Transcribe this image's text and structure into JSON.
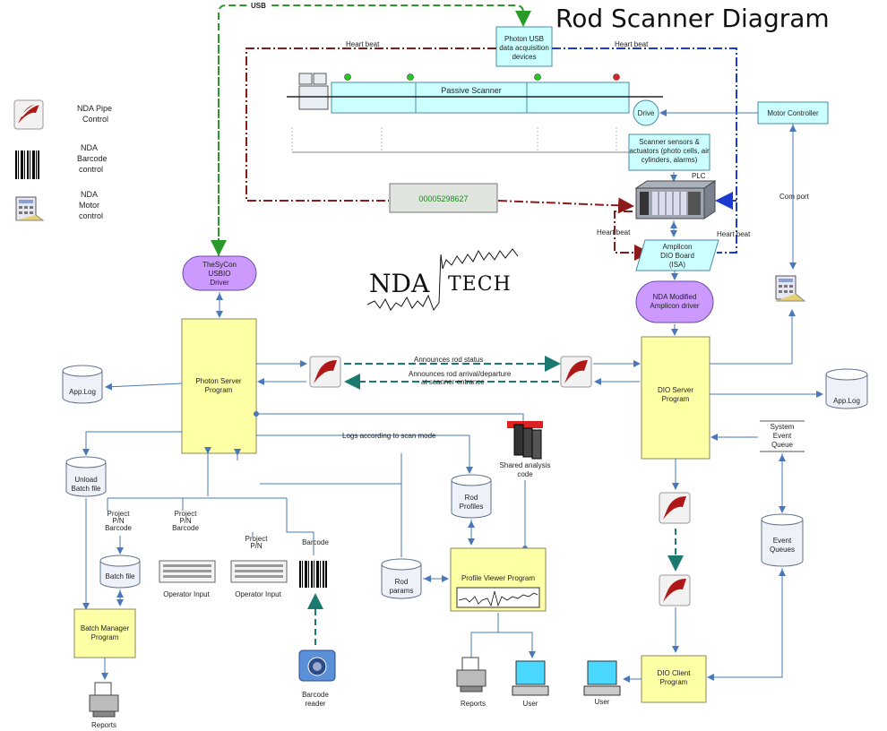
{
  "title": "Rod Scanner Diagram",
  "legend": [
    {
      "icon": "pipe-icon",
      "label_lines": [
        "NDA Pipe",
        "Control"
      ]
    },
    {
      "icon": "barcode-icon",
      "label_lines": [
        "NDA",
        "Barcode",
        "control"
      ]
    },
    {
      "icon": "motor-icon",
      "label_lines": [
        "NDA",
        "Motor",
        "control"
      ]
    }
  ],
  "labels": {
    "usb": "USB",
    "heartbeat": "Heart beat",
    "photon_usb": [
      "Photon USB",
      "data acquisition",
      "devices"
    ],
    "passive_scanner": "Passive Scanner",
    "drive": "Drive",
    "motor_controller": "Motor Controller",
    "sensors": [
      "Scanner sensors &",
      "actuators (photo cells, air",
      "cylinders, alarms)"
    ],
    "plc": "PLC",
    "display_number": "00005298627",
    "com_port": "Com port",
    "dio_board": [
      "Amplicon",
      "DIO Board",
      "(ISA)"
    ],
    "thesycon": [
      "TheSyCon",
      "USBIO",
      "Driver"
    ],
    "nda_driver": [
      "NDA Modified",
      "Amplicon driver"
    ],
    "logo_left": "NDA",
    "logo_right": "TECH",
    "photon_server": [
      "Photon Server",
      "Program"
    ],
    "dio_server": [
      "DIO Server",
      "Program"
    ],
    "announces_status": "Announces rod status",
    "announces_arrival": [
      "Announces rod arrival/departure",
      "at scanner entrance"
    ],
    "app_log": "App.Log",
    "system_event_queue": [
      "System",
      "Event",
      "Queue"
    ],
    "logs_scan_mode": "Logs according to scan mode",
    "shared_analysis": [
      "Shared analysis",
      "code"
    ],
    "unload_batch": [
      "Unload",
      "Batch file"
    ],
    "rod_profiles": [
      "Rod",
      "Profiles"
    ],
    "project_pn_barcode": [
      "Project",
      "P/N",
      "Barcode"
    ],
    "project_pn": [
      "Project",
      "P/N"
    ],
    "barcode": "Barcode",
    "batch_file": "Batch file",
    "operator_input": "Operator Input",
    "rod_params": [
      "Rod",
      "params"
    ],
    "profile_viewer": "Profile Viewer Program",
    "event_queues": [
      "Event",
      "Queues"
    ],
    "batch_manager": [
      "Batch Manager",
      "Program"
    ],
    "barcode_reader": [
      "Barcode",
      "reader"
    ],
    "reports": "Reports",
    "user": "User",
    "dio_client": [
      "DIO Client",
      "Program"
    ]
  },
  "colors": {
    "yellow_box": "#ffffa6",
    "cyan_box": "#ccffff",
    "purple_box": "#cc99ff",
    "connector": "#4a78b8",
    "heartbeat_red": "#8b1a1a",
    "heartbeat_blue": "#1a3ad0",
    "usb_green": "#2a9a2a",
    "teal_dash": "#1a7a70",
    "status_green": "#22cc22",
    "status_red": "#dd2222"
  }
}
